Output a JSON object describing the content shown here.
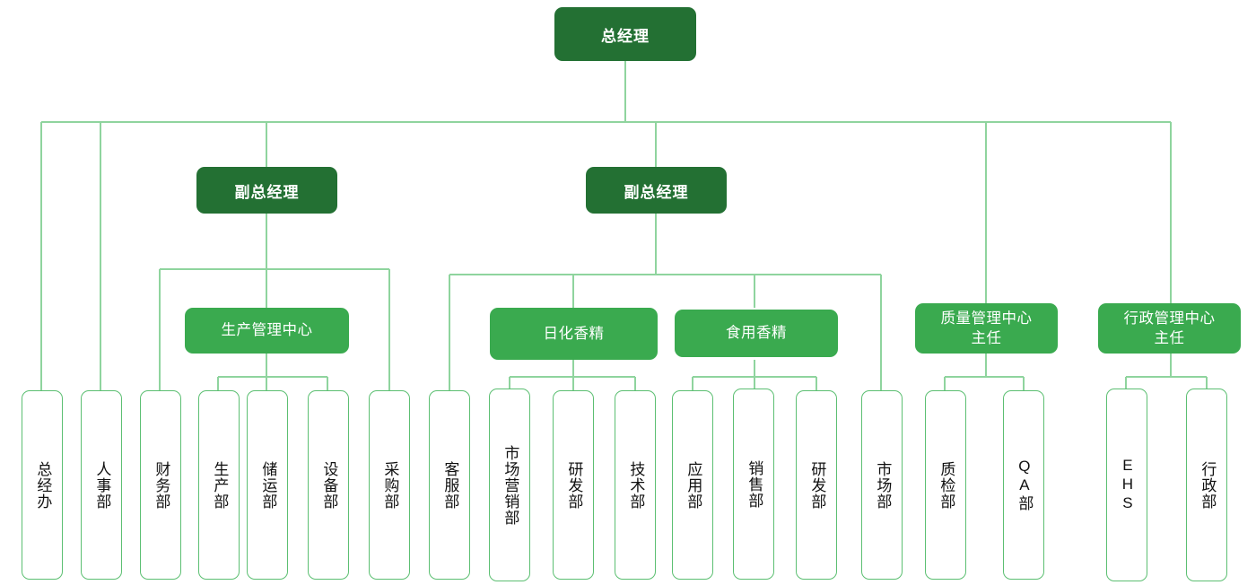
{
  "chart_title": "",
  "colors": {
    "tier1_fill": "#237033",
    "tier2_fill": "#237033",
    "tier3_fill": "#3aaa4f",
    "leaf_border": "#5cbf72",
    "leaf_fill": "#ffffff",
    "connector": "#8fd49e",
    "leaf_text": "#111111",
    "box_text": "#ffffff"
  },
  "org": {
    "root": {
      "label": "总经理"
    },
    "tier2": [
      {
        "label": "副总经理"
      },
      {
        "label": "副总经理"
      }
    ],
    "tier3": [
      {
        "label": "生产管理中心"
      },
      {
        "label": "日化香精"
      },
      {
        "label": "食用香精"
      },
      {
        "label": "质量管理中心\n主任",
        "line1": "质量管理中心",
        "line2": "主任"
      },
      {
        "label": "行政管理中心\n主任",
        "line1": "行政管理中心",
        "line2": "主任"
      }
    ],
    "leaves": [
      {
        "label": "总经办"
      },
      {
        "label": "人事部"
      },
      {
        "label": "财务部"
      },
      {
        "label": "生产部"
      },
      {
        "label": "储运部"
      },
      {
        "label": "设备部"
      },
      {
        "label": "采购部"
      },
      {
        "label": "客服部"
      },
      {
        "label": "市场营销部"
      },
      {
        "label": "研发部"
      },
      {
        "label": "技术部"
      },
      {
        "label": "应用部"
      },
      {
        "label": "销售部"
      },
      {
        "label": "研发部"
      },
      {
        "label": "市场部"
      },
      {
        "label": "质检部"
      },
      {
        "label": "QA部"
      },
      {
        "label": "EHS"
      },
      {
        "label": "行政部"
      }
    ]
  }
}
